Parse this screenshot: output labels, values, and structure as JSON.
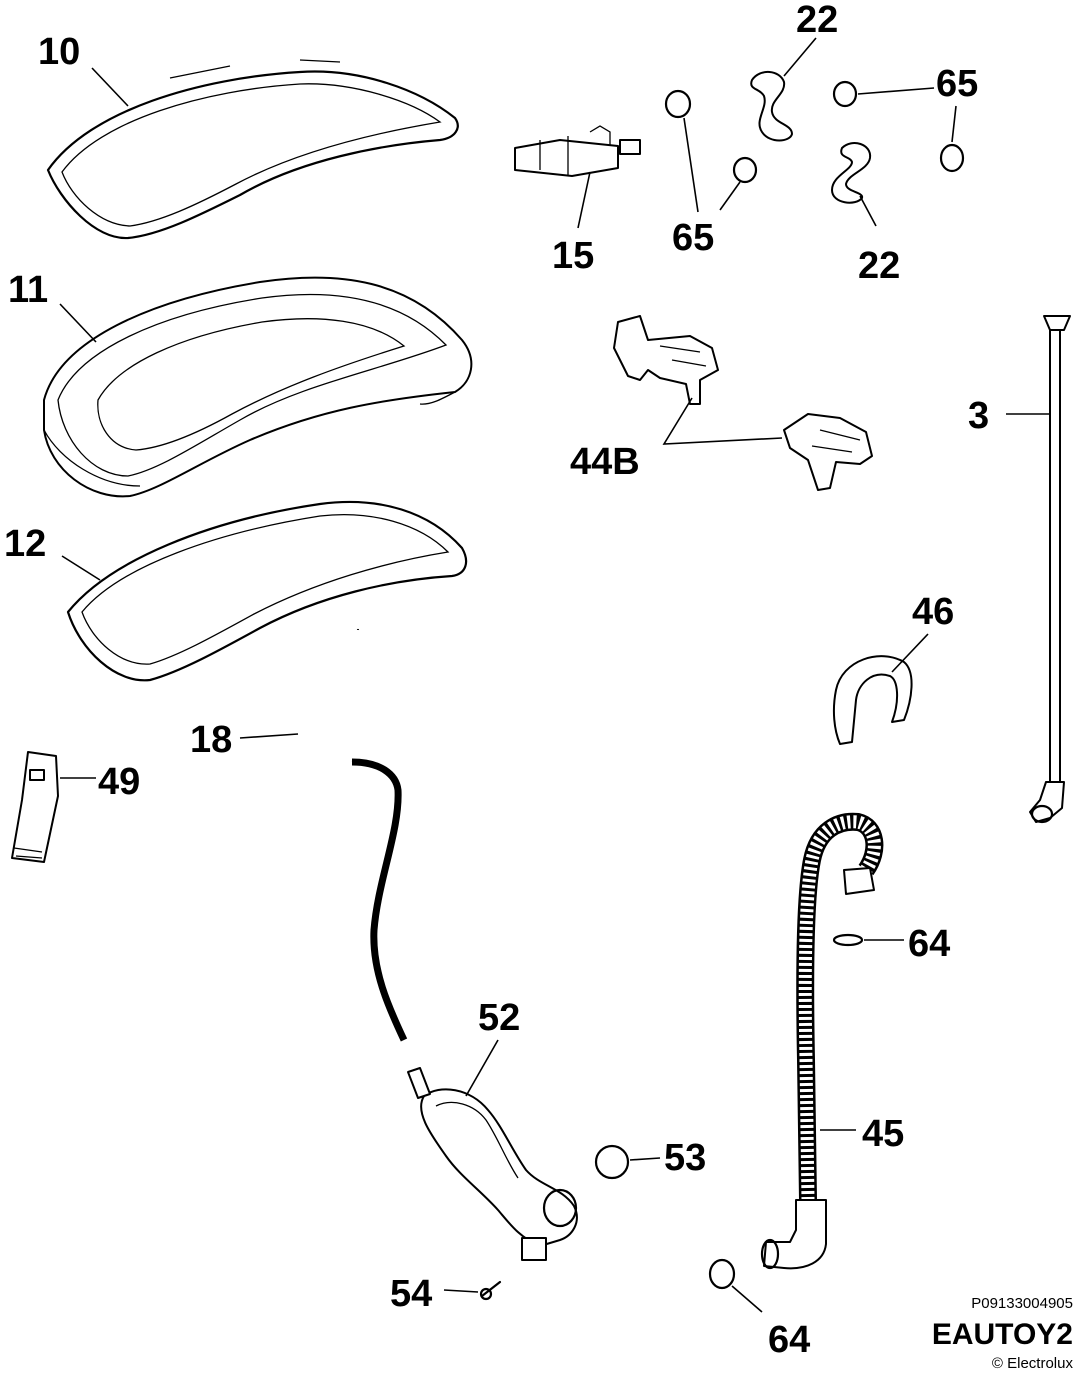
{
  "labels": {
    "p10": "10",
    "p11": "11",
    "p12": "12",
    "p15": "15",
    "p22a": "22",
    "p22b": "22",
    "p65a": "65",
    "p65b": "65",
    "p44b": "44B",
    "p3": "3",
    "p46": "46",
    "p18": "18",
    "p49": "49",
    "p52": "52",
    "p53": "53",
    "p54": "54",
    "p45": "45",
    "p64a": "64",
    "p64b": "64"
  },
  "footer": {
    "reference": "P09133004905",
    "model": "EAUTOY2",
    "copyright": "© Electrolux"
  }
}
